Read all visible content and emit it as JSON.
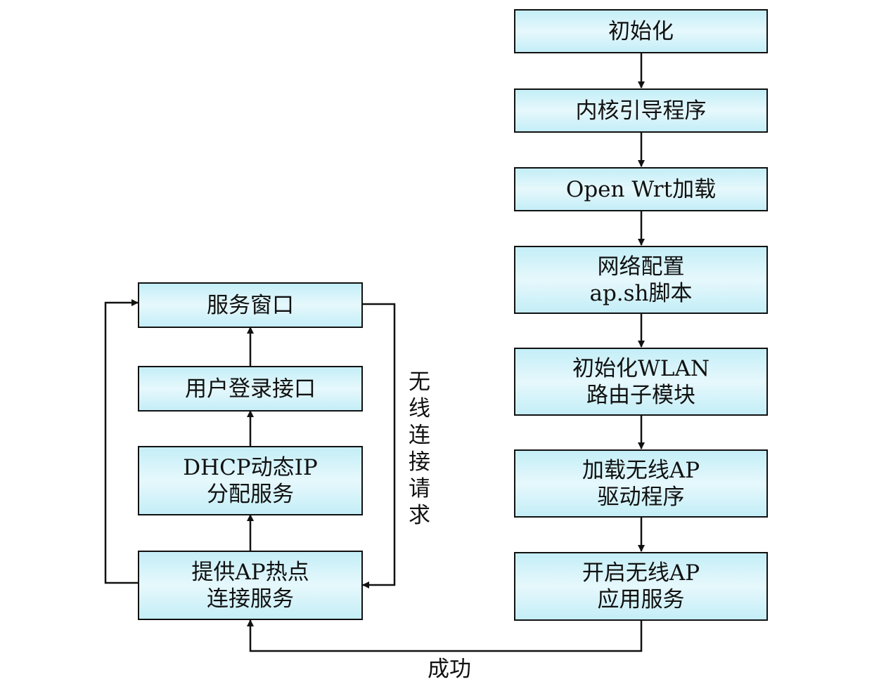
{
  "right_column": [
    {
      "id": "init",
      "lines": [
        "初始化"
      ]
    },
    {
      "id": "kernel",
      "lines": [
        "内核引导程序"
      ]
    },
    {
      "id": "openwrt",
      "lines": [
        "Open Wrt加载"
      ]
    },
    {
      "id": "netcfg",
      "lines": [
        "网络配置",
        "ap.sh脚本"
      ]
    },
    {
      "id": "wlan",
      "lines": [
        "初始化WLAN",
        "路由子模块"
      ]
    },
    {
      "id": "driver",
      "lines": [
        "加载无线AP",
        "驱动程序"
      ]
    },
    {
      "id": "apserv",
      "lines": [
        "开启无线AP",
        "应用服务"
      ]
    }
  ],
  "left_column": [
    {
      "id": "window",
      "lines": [
        "服务窗口"
      ]
    },
    {
      "id": "login",
      "lines": [
        "用户登录接口"
      ]
    },
    {
      "id": "dhcp",
      "lines": [
        "DHCP动态IP",
        "分配服务"
      ]
    },
    {
      "id": "hotspot",
      "lines": [
        "提供AP热点",
        "连接服务"
      ]
    }
  ],
  "edge_labels": {
    "success": "成功",
    "wireless_request": [
      "无",
      "线",
      "连",
      "接",
      "请",
      "求"
    ]
  }
}
